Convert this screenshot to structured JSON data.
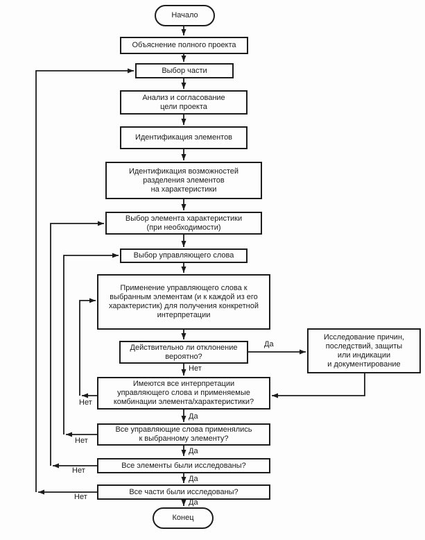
{
  "diagram": {
    "nodes": {
      "start": "Начало",
      "explain_project": "Объяснение полного проекта",
      "select_part": "Выбор части",
      "analyze_goal": "Анализ и согласование\nцели проекта",
      "identify_elements": "Идентификация элементов",
      "identify_split": "Идентификация возможностей\nразделения элементов\nна характеристики",
      "select_characteristic": "Выбор элемента характеристики\n(при необходимости)",
      "select_guide_word": "Выбор управляющего слова",
      "apply_guide_word": "Применение управляющего слова к\nвыбранным элементам (и к каждой из его\nхарактеристик) для получения конкретной\nинтерпретации",
      "deviation_likely": "Действительно ли отклонение\nвероятно?",
      "investigate": "Исследование причин,\nпоследствий, защиты\nили индикации\nи документирование",
      "all_interpretations": "Имеются все интерпретации\nуправляющего слова и применяемые\nкомбинации элемента/характеристики?",
      "all_guide_words": "Все управляющие слова применялись\nк выбранному элементу?",
      "all_elements": "Все элементы были исследованы?",
      "all_parts": "Все части были исследованы?",
      "end": "Конец"
    },
    "edge_labels": {
      "yes": "Да",
      "no": "Нет"
    },
    "colors": {
      "line": "#1c1c1c",
      "background": "#fdfdfd"
    }
  }
}
